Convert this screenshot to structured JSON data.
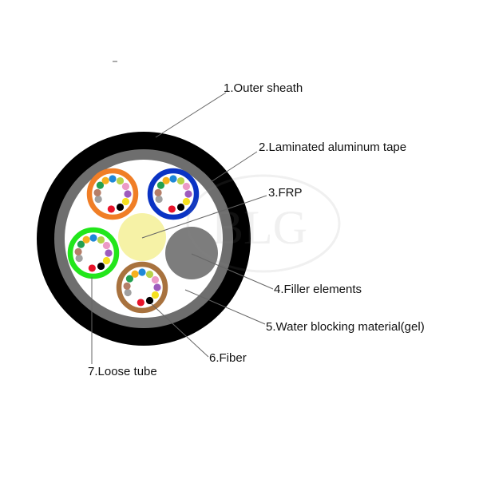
{
  "labels": {
    "outer_sheath": "1.Outer sheath",
    "aluminum_tape": "2.Laminated aluminum tape",
    "frp": "3.FRP",
    "filler": "4.Filler elements",
    "gel": "5.Water blocking material(gel)",
    "fiber": "6.Fiber",
    "loose_tube": "7.Loose tube"
  },
  "watermark": "BLG",
  "colors": {
    "sheath": "#000000",
    "tape": "#6e6e6e",
    "gel": "#ffffff",
    "frp": "#f6f2a6",
    "filler": "#7d7d7d",
    "tubes": [
      "#f07e26",
      "#0a33c4",
      "#22e61b",
      "#a8723e"
    ],
    "fibers": [
      "#1e88d8",
      "#b6d34a",
      "#ec9ac6",
      "#9d5bbd",
      "#f5e020",
      "#000000",
      "#e8132a",
      "#a0a0a0",
      "#b57e68",
      "#23a050",
      "#f5b01e"
    ]
  }
}
